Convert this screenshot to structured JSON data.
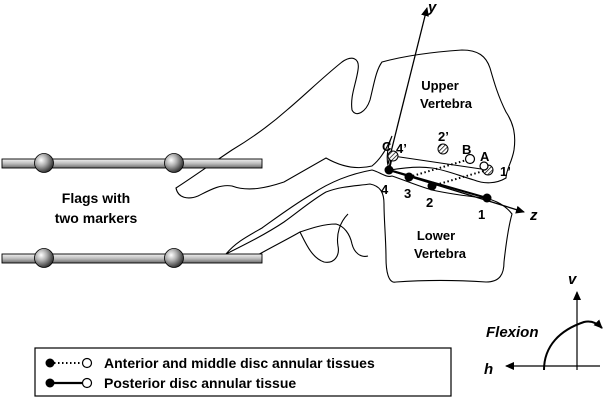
{
  "labels": {
    "upper_vertebra_line1": "Upper",
    "upper_vertebra_line2": "Vertebra",
    "lower_vertebra_line1": "Lower",
    "lower_vertebra_line2": "Vertebra",
    "flags_line1": "Flags with",
    "flags_line2": "two markers",
    "flexion": "Flexion",
    "axis_y": "y",
    "axis_z": "z",
    "axis_v": "v",
    "axis_h": "h",
    "point_1": "1",
    "point_2": "2",
    "point_3": "3",
    "point_4": "4",
    "point_1p": "1’",
    "point_2p": "2’",
    "point_4p": "4’",
    "point_A": "A",
    "point_B": "B",
    "point_C": "C"
  },
  "legend": {
    "items": [
      {
        "label": "Anterior and middle disc annular tissues",
        "line_style": "dotted"
      },
      {
        "label": "Posterior disc annular tissue",
        "line_style": "solid"
      }
    ]
  },
  "colors": {
    "stroke": "#000000",
    "background": "#ffffff",
    "marker_sphere": "#9a9a9a",
    "rod_fill": "#d8d8d8"
  }
}
